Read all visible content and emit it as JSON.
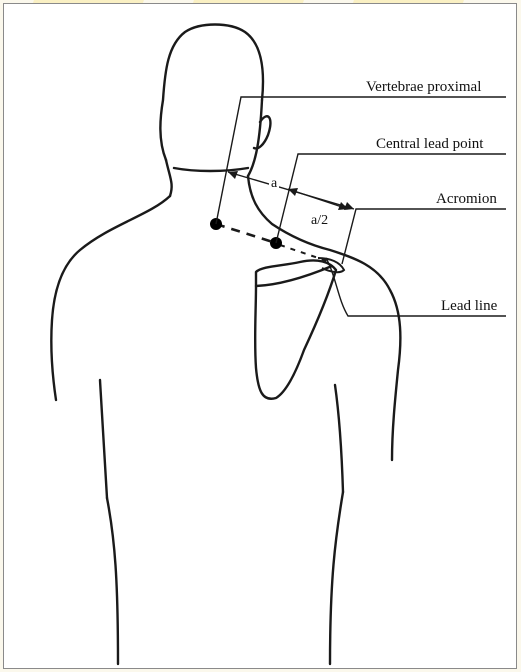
{
  "labels": {
    "vertebrae_proximal": "Vertebrae proximal",
    "central_lead_point": "Central lead point",
    "acromion": "Acromion",
    "lead_line": "Lead line",
    "distance_a": "a",
    "distance_half_a": "a/2"
  }
}
